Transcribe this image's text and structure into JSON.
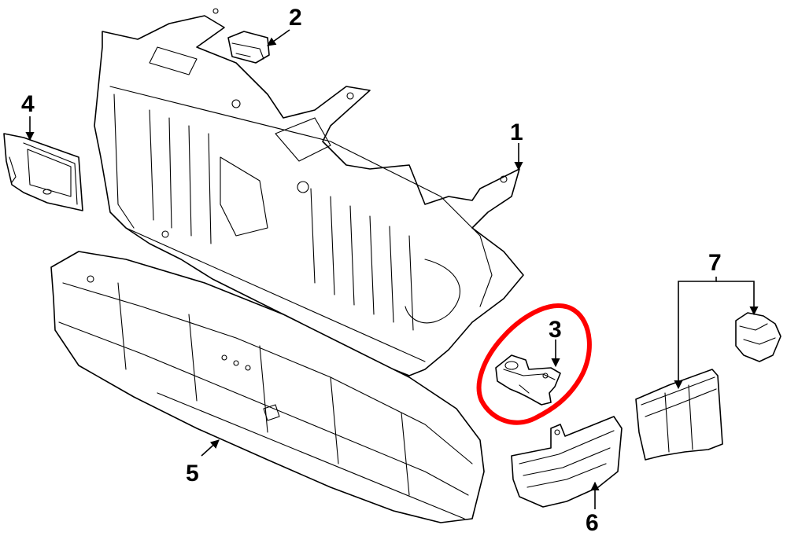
{
  "diagram": {
    "callouts": [
      {
        "id": "1",
        "label": "1"
      },
      {
        "id": "2",
        "label": "2"
      },
      {
        "id": "3",
        "label": "3"
      },
      {
        "id": "4",
        "label": "4"
      },
      {
        "id": "5",
        "label": "5"
      },
      {
        "id": "6",
        "label": "6"
      },
      {
        "id": "7",
        "label": "7"
      }
    ],
    "highlight": {
      "target": "3",
      "color": "#ff0000"
    }
  }
}
